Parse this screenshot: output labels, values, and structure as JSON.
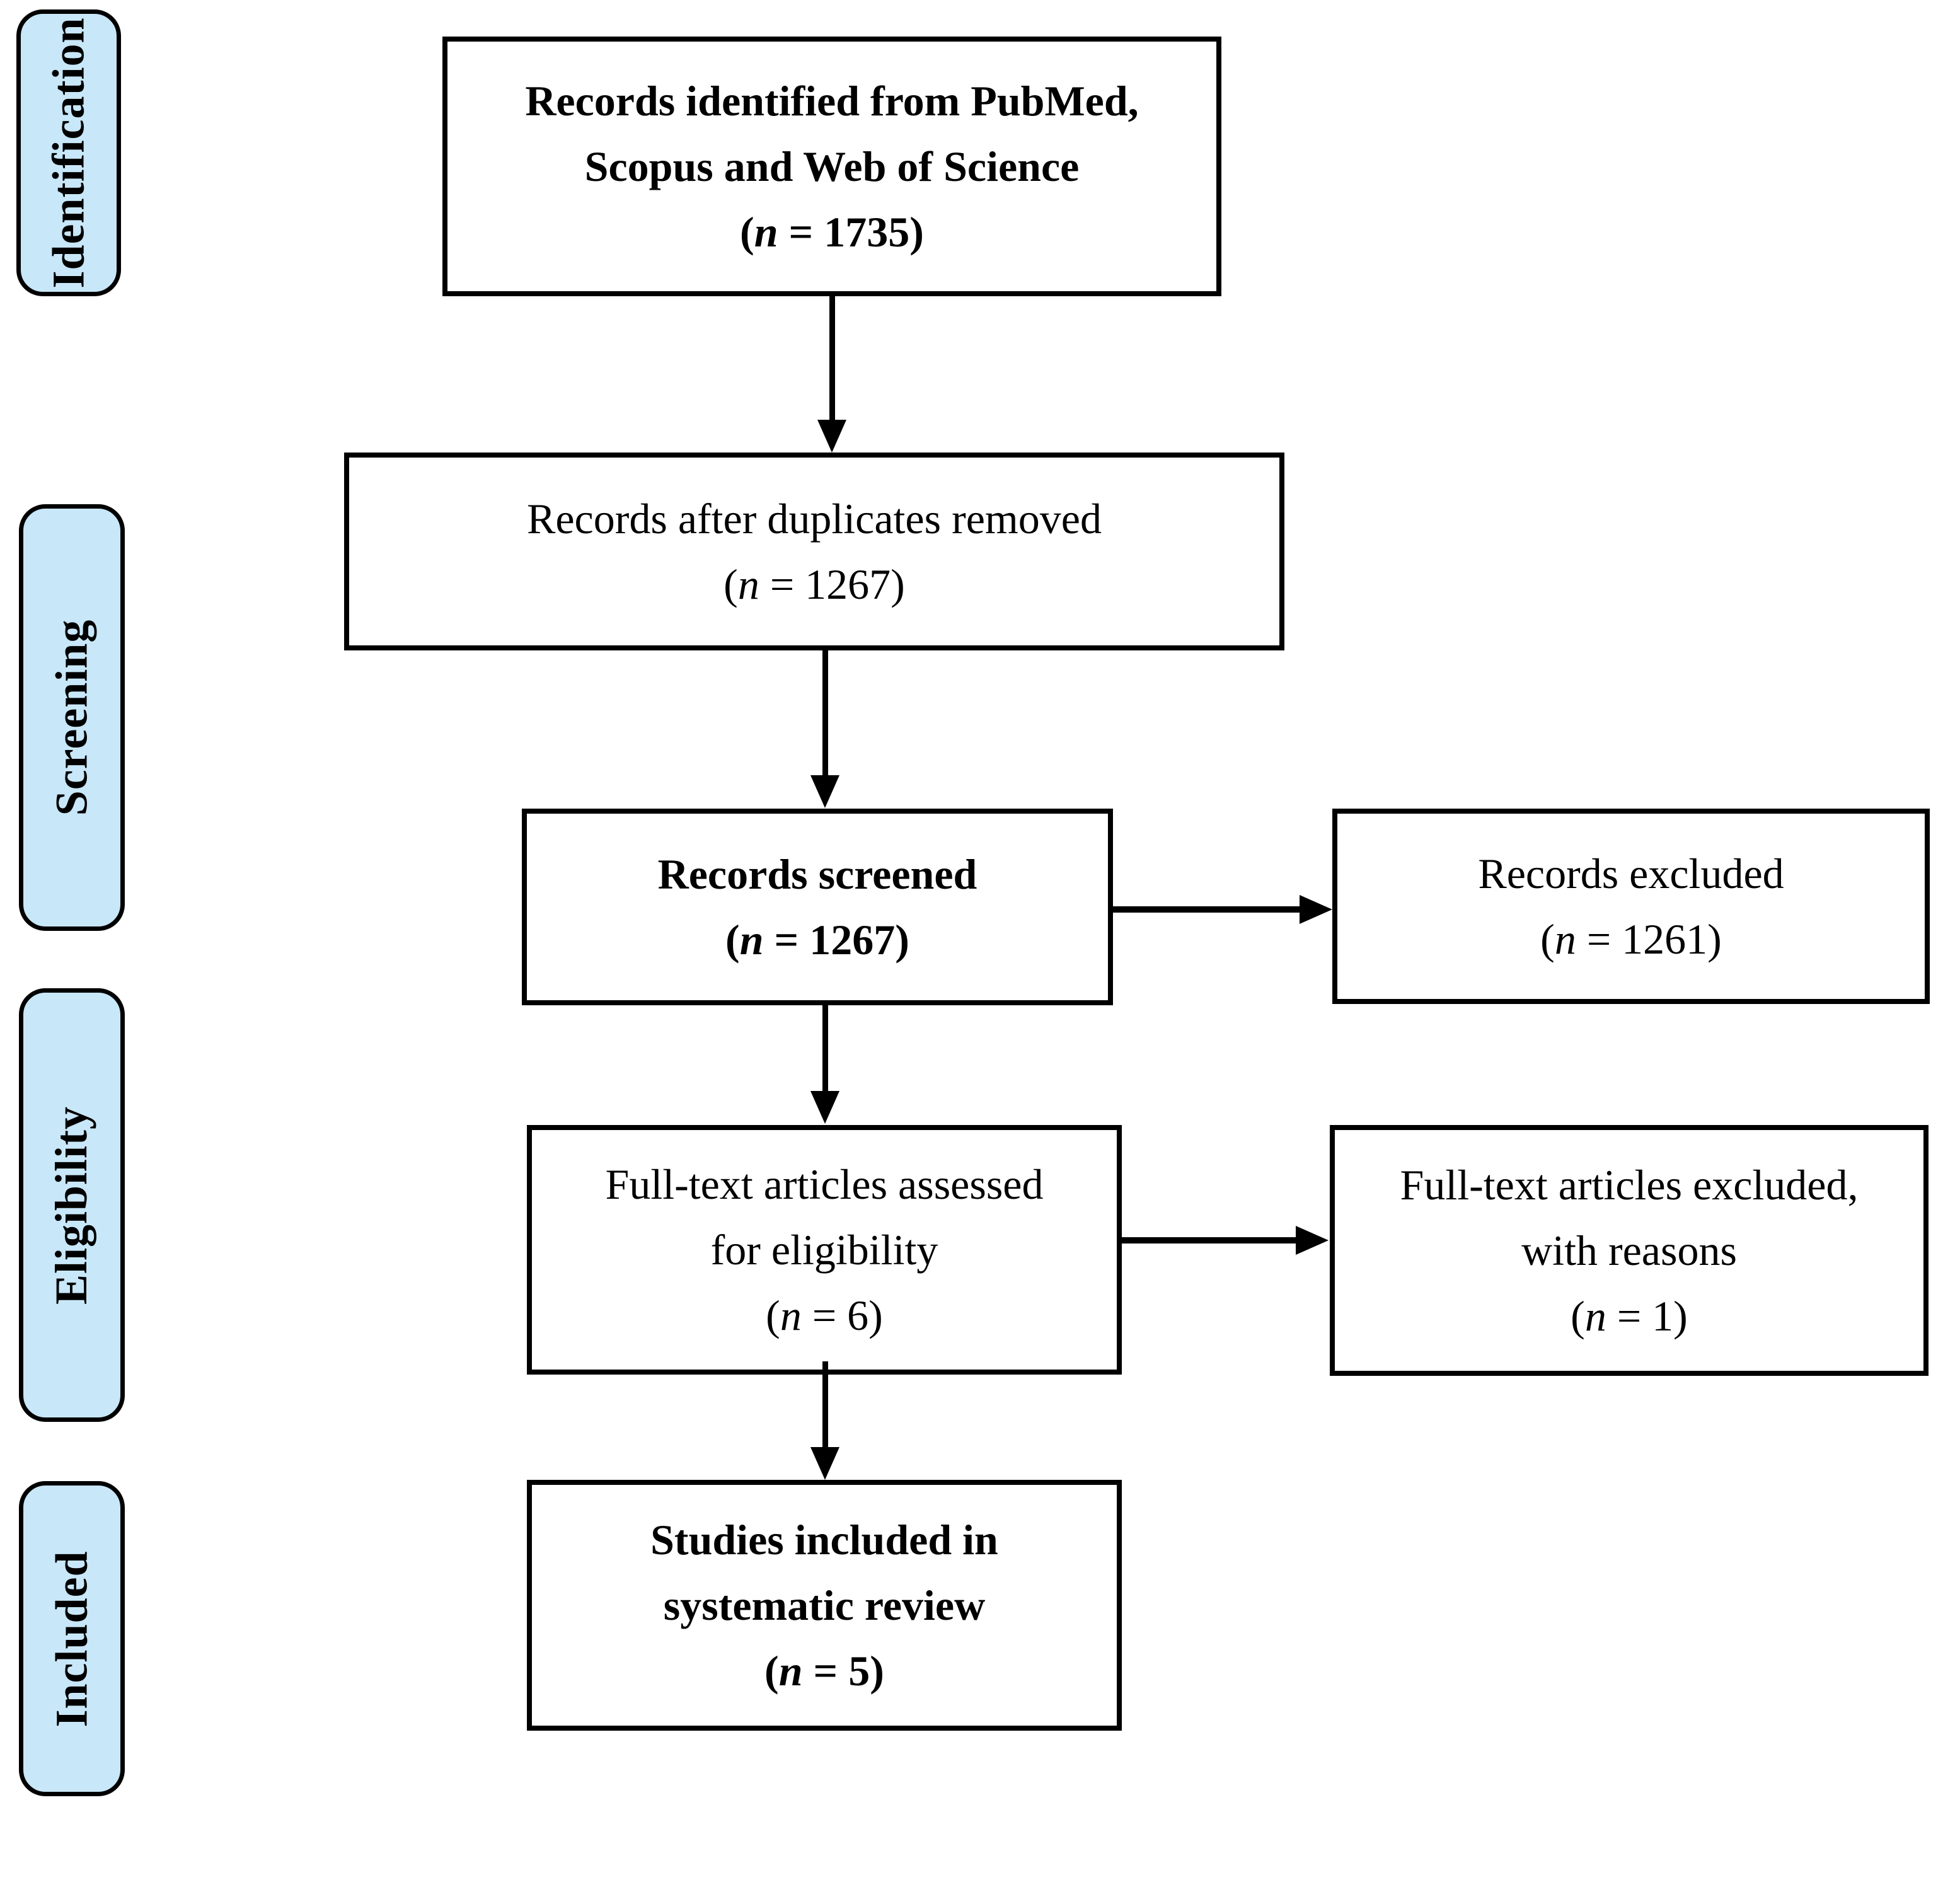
{
  "diagram": {
    "type": "prisma-flowchart",
    "colors": {
      "stage_fill": "#C8E7F8",
      "line_color": "#000000",
      "box_fill": "#FFFFFF"
    },
    "stages": [
      {
        "label": "Identification"
      },
      {
        "label": "Screening"
      },
      {
        "label": "Eligibility"
      },
      {
        "label": "Included"
      }
    ],
    "boxes": {
      "identified": {
        "lines": [
          "Records identified from PubMed,",
          "Scopus and Web of Science"
        ],
        "count_open": "(",
        "count_var": "n",
        "count_rest": " = 1735)"
      },
      "dedup": {
        "lines": [
          "Records after duplicates removed"
        ],
        "count_open": "(",
        "count_var": "n",
        "count_rest": " = 1267)"
      },
      "screened": {
        "lines": [
          "Records screened"
        ],
        "count_open": "(",
        "count_var": "n",
        "count_rest": " = 1267)"
      },
      "records_excluded": {
        "lines": [
          "Records excluded"
        ],
        "count_open": "(",
        "count_var": "n",
        "count_rest": " = 1261)"
      },
      "fulltext_assessed": {
        "lines": [
          "Full-text articles assessed",
          "for eligibility"
        ],
        "count_open": "(",
        "count_var": "n",
        "count_rest": " = 6)"
      },
      "fulltext_excluded": {
        "lines": [
          "Full-text articles excluded,",
          "with reasons"
        ],
        "count_open": "(",
        "count_var": "n",
        "count_rest": " = 1)"
      },
      "included_studies": {
        "lines": [
          "Studies included in",
          "systematic review"
        ],
        "count_open": "(",
        "count_var": "n",
        "count_rest": " = 5)"
      }
    }
  }
}
